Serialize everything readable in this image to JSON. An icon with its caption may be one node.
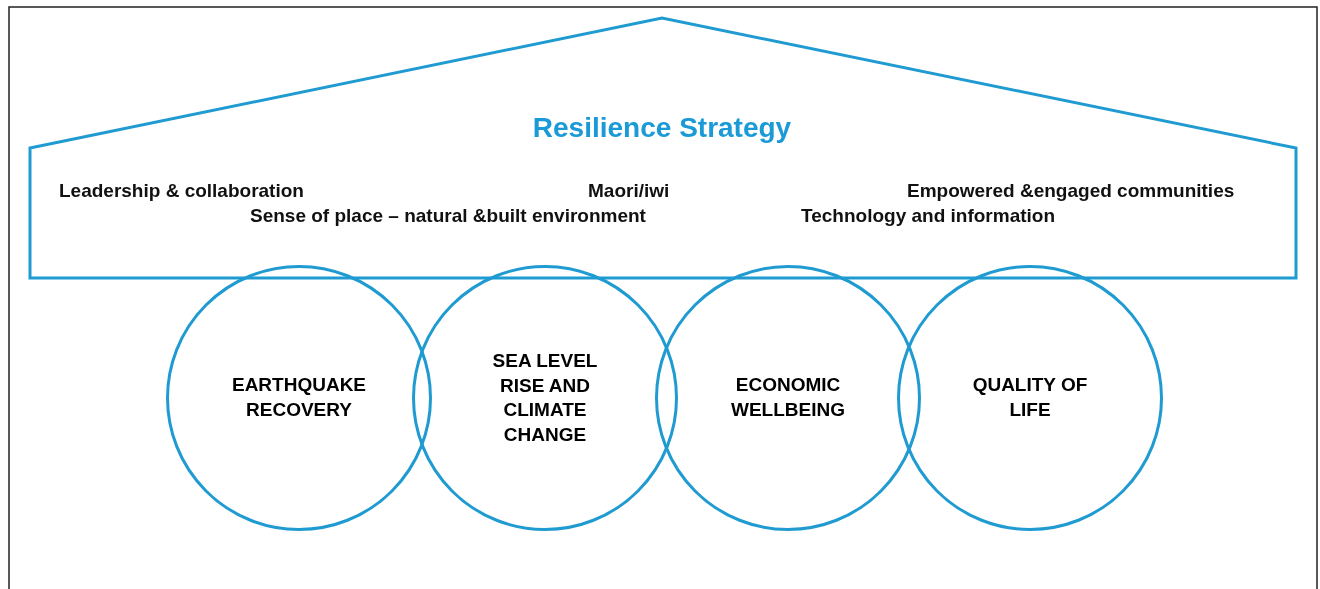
{
  "diagram": {
    "nodes": [
      {
        "text": [
          "Resilience Strategy",
          "Leadership & collaboration",
          "Maori/iwi",
          "Empowered &engaged communities",
          "Sense of place – natural &built environment",
          "Technology and information"
        ]
      },
      {
        "text": [
          "EARTHQUAKE RECOVERY"
        ]
      },
      {
        "text": [
          "SEA LEVEL RISE AND CLIMATE CHANGE"
        ]
      },
      {
        "text": [
          "ECONOMIC WELLBEING"
        ]
      },
      {
        "text": [
          "QUALITY OF LIFE"
        ]
      }
    ],
    "edges": []
  }
}
